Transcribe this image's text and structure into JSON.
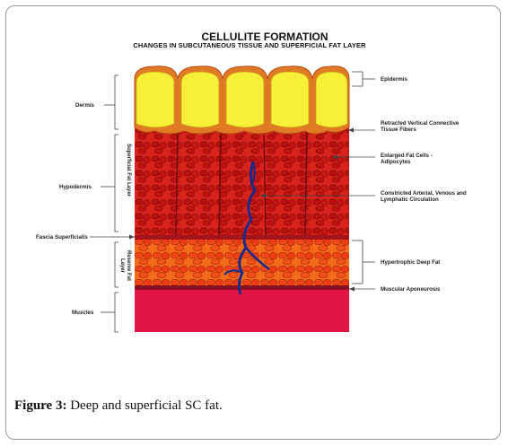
{
  "diagram": {
    "title": "CELLULITE FORMATION",
    "subtitle": "CHANGES IN SUBCUTANEOUS TISSUE AND SUPERFICIAL FAT LAYER",
    "left_labels": {
      "dermis": "Dermis",
      "hypodermis": "Hypodermis",
      "fascia": "Fascia Superficialis",
      "muscles": "Muscles"
    },
    "vertical_labels": {
      "superficial": "Superficial Fat Layer",
      "reserve": "Reserve Fat Layer"
    },
    "right_labels": {
      "epidermis": "Epidermis",
      "retracted": "Retracted Vertical Connective Tissue Fibers",
      "enlarged": "Enlarged Fat Cells - Adipocytes",
      "constricted": "Constricted Arterial, Venous and Lymphatic Circulation",
      "hypertrophic": "Hypertrophic Deep Fat",
      "muscular": "Muscular Aponeurosis"
    },
    "colors": {
      "epidermis": "#f7ef3a",
      "dermis": "#e06b1e",
      "superficial_fat": "#d01818",
      "deep_fat": "#f05a14",
      "muscle": "#e01645",
      "vessel": "#1b2a8a"
    }
  },
  "caption": {
    "label": "Figure 3:",
    "text": " Deep and superficial SC fat."
  }
}
